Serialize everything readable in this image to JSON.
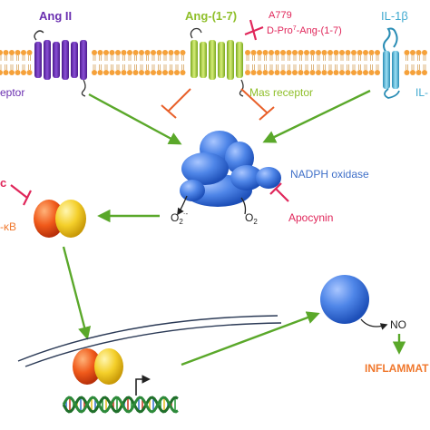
{
  "labels": {
    "ang2": "Ang II",
    "ang2_receptor_partial": "eptor",
    "ang17": "Ang-(1-7)",
    "a779": "A779",
    "dpro_main": "D-Pro",
    "dpro_sup": "7",
    "dpro_rest": "-Ang-(1-7)",
    "mas_receptor": "Mas receptor",
    "il1b": "IL-1β",
    "il1_partial": "IL-",
    "nadph": "NADPH oxidase",
    "o2_super_base": "O",
    "o2_super_sub": "2",
    "o2_super_sup": "·-",
    "o2_base": "O",
    "o2_sub": "2",
    "apocynin": "Apocynin",
    "left_c": "c",
    "nfkb_partial": "-κB",
    "no": "NO",
    "inflammation_partial": "INFLAMMAT"
  },
  "colors": {
    "ang2": "#6a2fb0",
    "ang17": "#8fbf2a",
    "il1b": "#3fa9cf",
    "red_label": "#e0265a",
    "nadph_text": "#3f6fc8",
    "arrow_green": "#5aa82a",
    "inhibit_orange": "#e8602a",
    "inflammation": "#f0782d",
    "membrane": "#f5a13a"
  },
  "icons": {
    "ang2_receptor": "seven-transmembrane-receptor-icon",
    "mas_receptor": "seven-transmembrane-receptor-icon",
    "il1_receptor": "single-pass-receptor-icon",
    "nadph_oxidase": "protein-complex-icon",
    "nfkb": "protein-dimer-icon",
    "nucleus_protein": "sphere-icon",
    "dna": "double-helix-icon",
    "promoter": "transcription-start-arrow-icon"
  }
}
